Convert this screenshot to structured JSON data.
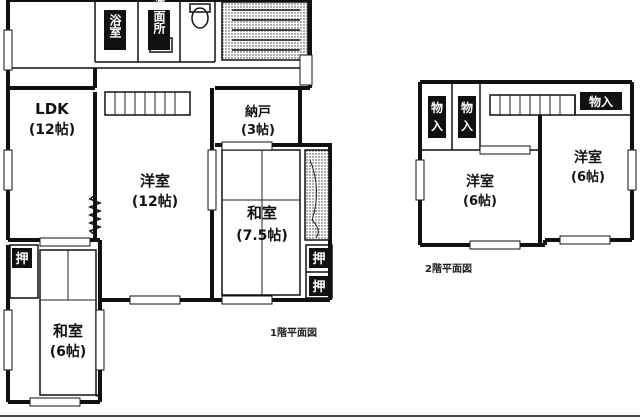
{
  "floor1": {
    "caption": "1階平面図",
    "rooms": {
      "bath": "浴室",
      "washroom": "洗面所",
      "ldk_name": "LDK",
      "ldk_size": "(12帖)",
      "western_name": "洋室",
      "western_size": "(12帖)",
      "closet_name": "納戸",
      "closet_size": "(3帖)",
      "japanese1_name": "和室",
      "japanese1_size": "(7.5帖)",
      "japanese2_name": "和室",
      "japanese2_size": "(6帖)",
      "oshi1": "押",
      "oshi2": "押",
      "oshi3": "押"
    }
  },
  "floor2": {
    "caption": "2階平面図",
    "rooms": {
      "storage1a": "物",
      "storage1b": "入",
      "storage2a": "物",
      "storage2b": "入",
      "storage3": "物入",
      "westernA_name": "洋室",
      "westernA_size": "(6帖)",
      "westernB_name": "洋室",
      "westernB_size": "(6帖)"
    }
  }
}
